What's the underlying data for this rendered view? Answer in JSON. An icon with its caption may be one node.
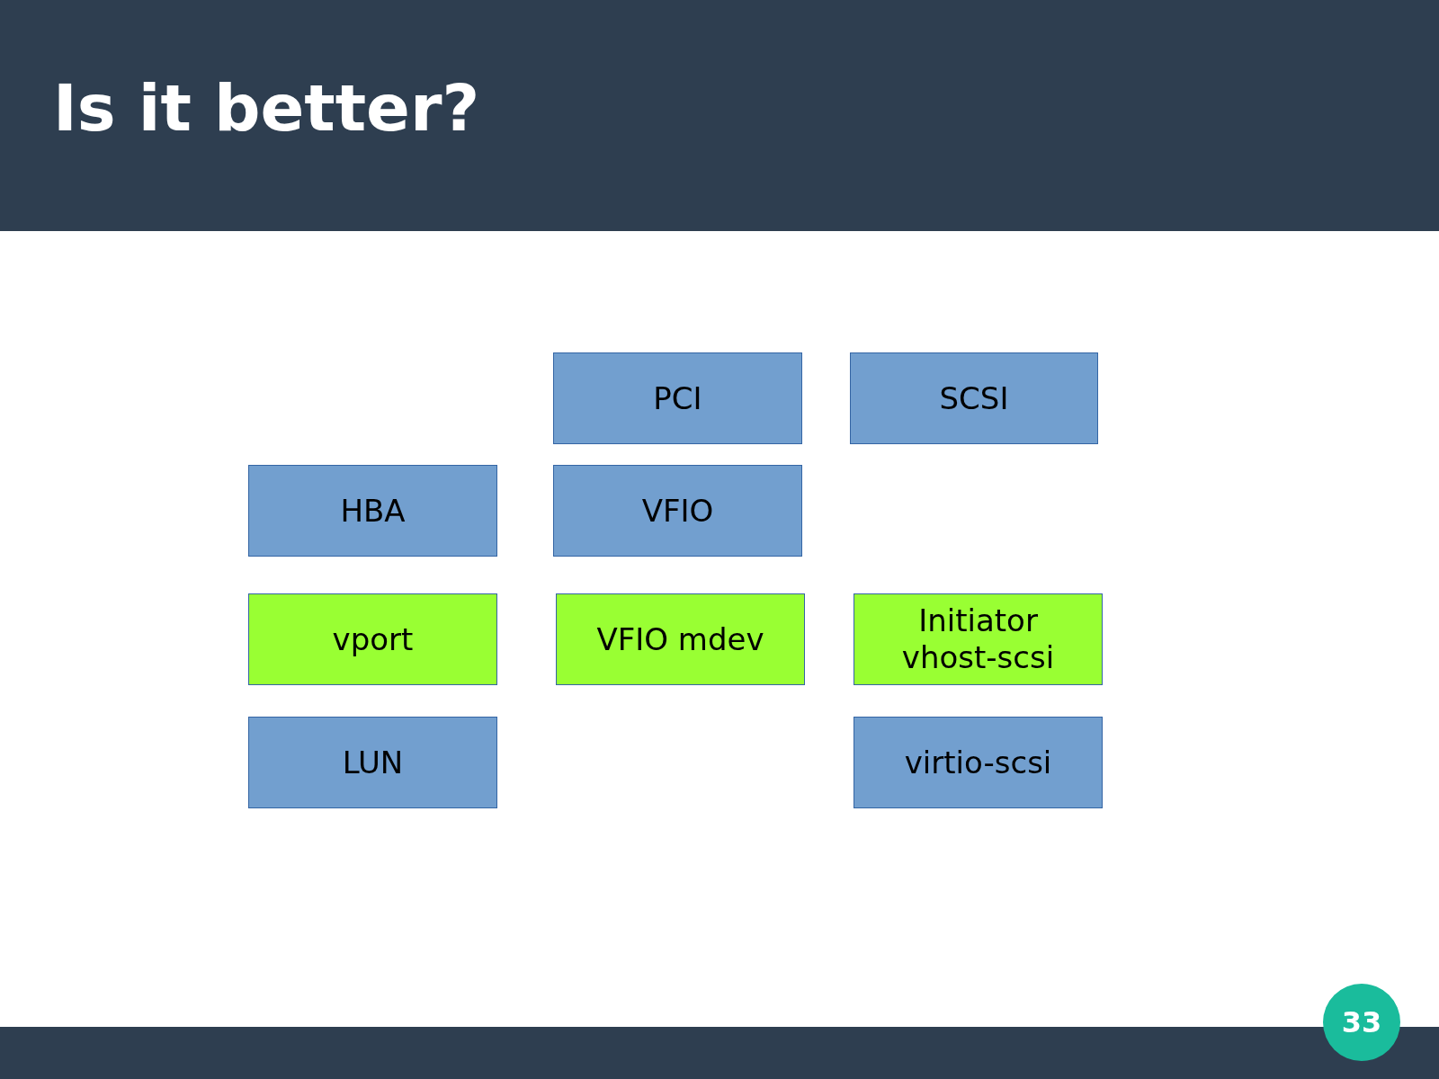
{
  "diagram": {
    "title": "Is it better?",
    "nodes": [
      {
        "text": [
          "PCI"
        ]
      },
      {
        "text": [
          "SCSI"
        ]
      },
      {
        "text": [
          "HBA"
        ]
      },
      {
        "text": [
          "VFIO"
        ]
      },
      {
        "text": [
          "vport"
        ]
      },
      {
        "text": [
          "VFIO mdev"
        ]
      },
      {
        "text": [
          "Initiator vhost-scsi"
        ]
      },
      {
        "text": [
          "LUN"
        ]
      },
      {
        "text": [
          "virtio-scsi"
        ]
      }
    ],
    "labels": [
      "33"
    ]
  }
}
